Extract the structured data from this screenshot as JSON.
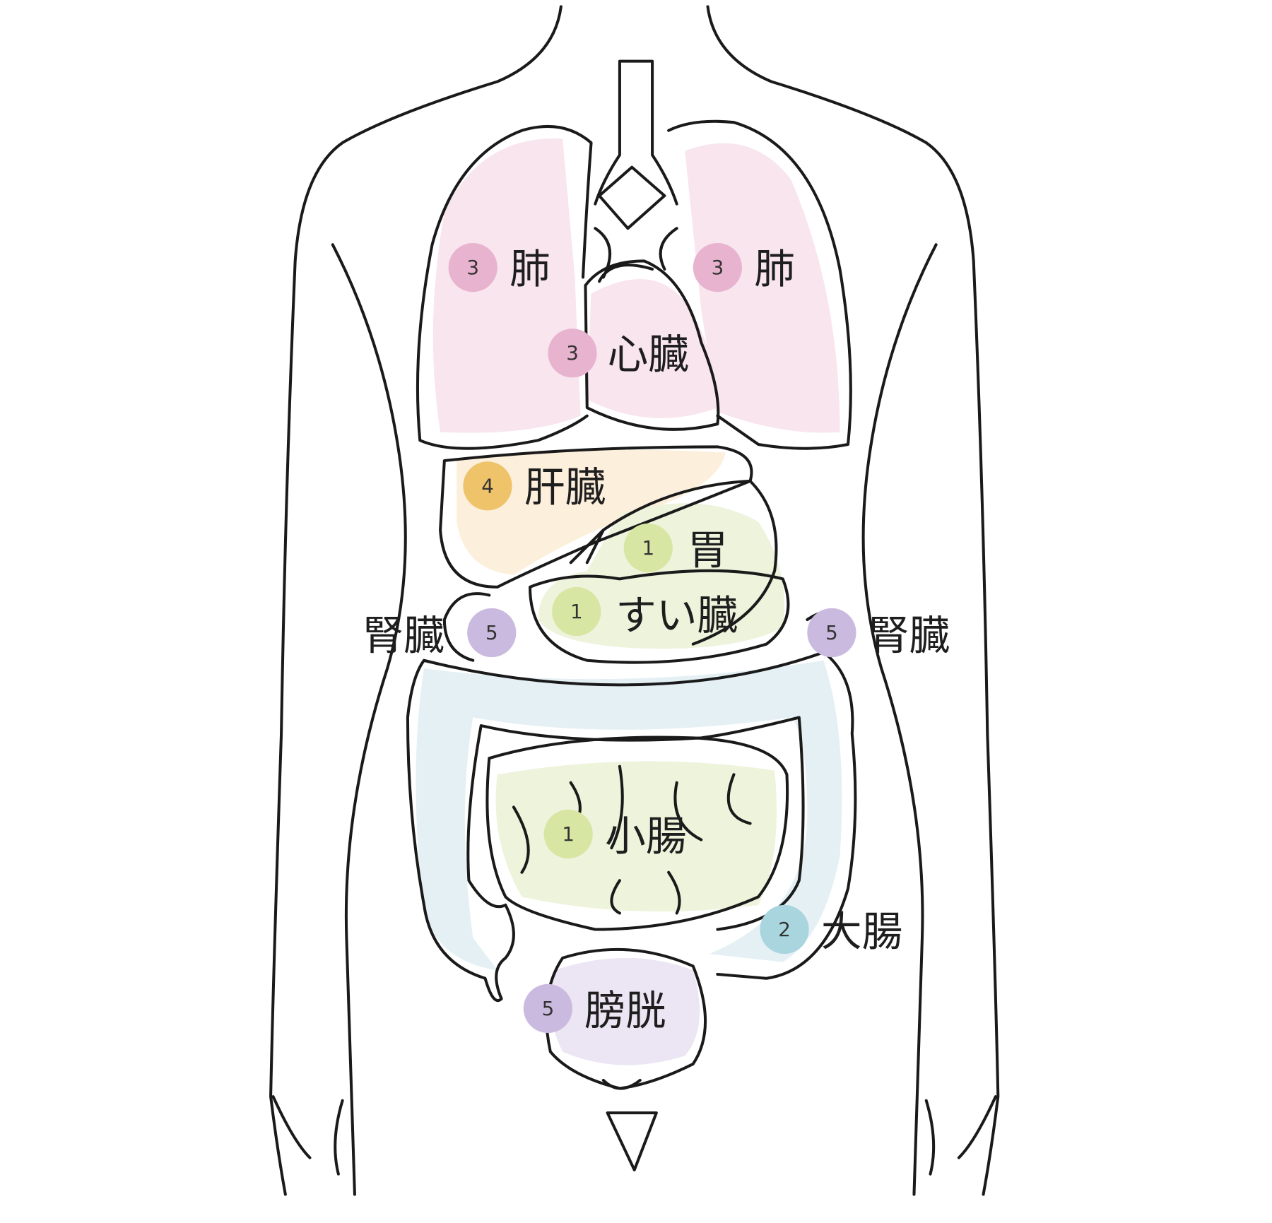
{
  "colors": {
    "group1": "#d8e6a4",
    "group2": "#a9d5df",
    "group3": "#e8b3cf",
    "group4": "#efc36a",
    "group5": "#cbbadf",
    "lung_fill": "#f8e5ee",
    "liver_fill": "#fcefdc",
    "green_fill": "#eef3dc",
    "colon_fill": "#e4f0f4",
    "bladder_fill": "#ece5f3"
  },
  "labels": {
    "lung_left": {
      "num": "3",
      "text": "肺"
    },
    "lung_right": {
      "num": "3",
      "text": "肺"
    },
    "heart": {
      "num": "3",
      "text": "心臓"
    },
    "liver": {
      "num": "4",
      "text": "肝臓"
    },
    "stomach": {
      "num": "1",
      "text": "胃"
    },
    "pancreas": {
      "num": "1",
      "text": "すい臓"
    },
    "kidney_left": {
      "num": "5",
      "text": "腎臓"
    },
    "kidney_right": {
      "num": "5",
      "text": "腎臓"
    },
    "small_intestine": {
      "num": "1",
      "text": "小腸"
    },
    "large_intestine": {
      "num": "2",
      "text": "大腸"
    },
    "bladder": {
      "num": "5",
      "text": "膀胱"
    }
  }
}
